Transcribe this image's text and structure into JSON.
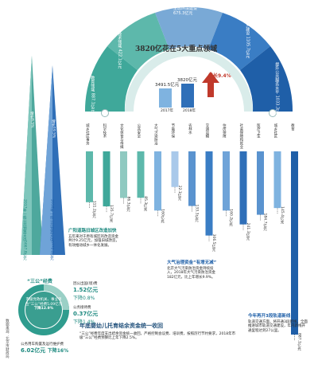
{
  "hero": {
    "title": "3820亿花在5大重点领域",
    "growth": "增长9.4%",
    "bar_2017_value": "3491.5亿元",
    "bar_2018_value": "3820亿元",
    "year_2017": "2017年",
    "year_2018": "2018年"
  },
  "arc_segments": [
    {
      "label": "教育领域",
      "value": "887.1亿元",
      "color": "#3fa89a"
    },
    {
      "label": "科学技术领域",
      "value": "422.1亿元",
      "color": "#5db8ab"
    },
    {
      "label": "生态环境建设",
      "value": "675.3亿元",
      "color": "#79a9d6"
    },
    {
      "label": "城乡建设",
      "value": "1105.7亿元",
      "color": "#3a7dc4"
    },
    {
      "label": "提升公共服务水平",
      "value": "1033.3亿元",
      "color": "#1f5fa8"
    }
  ],
  "left_spires": {
    "label_left": "2017年一般公共预算支出5667.8亿元",
    "label_right": "2018年一般公共预算支出6772.2亿元",
    "growth_left": "增长6.5%",
    "growth_right": "增长19.5%"
  },
  "columns": [
    {
      "title": "城乡社区事务",
      "value": "111.2亿元"
    },
    {
      "title": "科学技术",
      "value": "135.7亿元"
    },
    {
      "title": "文化体育与传媒",
      "value": "86.3亿元"
    },
    {
      "title": "公共安全",
      "value": "85.3亿元"
    },
    {
      "title": "大气污染防治",
      "value": "160亿元"
    },
    {
      "title": "节能环保",
      "value": "22.1亿元"
    },
    {
      "title": "农林水",
      "value": "133.3亿元"
    },
    {
      "title": "交通运输",
      "value": "306.5亿元"
    },
    {
      "title": "住房保障",
      "value": "160.2亿元"
    },
    {
      "title": "社会保障和就业",
      "value": "241.3亿元"
    },
    {
      "title": "医疗卫生",
      "value": "184.7亿元"
    },
    {
      "title": "城乡社区",
      "value": "145.4亿元"
    },
    {
      "title": "教育",
      "value": "887.1亿元"
    }
  ],
  "annotations": {
    "guangming_title": "广阳道路旧城区改造加快",
    "guangming_text": "五年来对于原有城区的改造资金共计9.25亿元，加强旧城改造，有效推动城乡一体化发展。",
    "dqi_title": "大气治理资金“有增无减”",
    "dqi_text": "北京大气污染防治资金持续投入，2018年大气污染防治资金182亿元，比上年增长9.9%。",
    "subway_title": "今年再开3段轨道新线",
    "subway_text": "轨道交通方面，将开通3段新线，全面推进城市轨道交通建设，年内新线开通里程达到27公里。",
    "year_end_title": "年底婴幼儿托育结余资金统一收回",
    "year_end_text": "“三公”经费年度支出结余资金统一收回，严格控制会议费、培训费，按照厉行节约要求，2018年市级“三公”经费预算比上年下降2.5%。"
  },
  "sangong": {
    "title": "“三公”经费",
    "center_line1": "市级党政机关、事业单位“三公”经费5.09亿元",
    "center_line2": "下降12.9%",
    "item1_label": "因公出国(境)费",
    "item1_value": "1.52亿元",
    "item1_change": "下降0.8%",
    "item2_label": "公务接待费",
    "item2_value": "0.37亿元",
    "item2_change": "下降1.4%",
    "item3_label": "公务用车购置及运行维护费",
    "item3_value": "6.02亿元",
    "item3_change": "下降16%"
  },
  "credit": "数据来源：北京市财政局"
}
